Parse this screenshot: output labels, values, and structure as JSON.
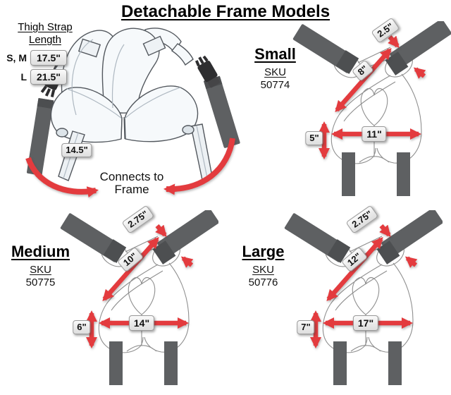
{
  "title": "Detachable Frame Models",
  "harness": {
    "thigh_table": {
      "heading": [
        "Thigh Strap",
        "Length"
      ],
      "rows": [
        {
          "sizes": "S, M",
          "length": "17.5\""
        },
        {
          "sizes": "L",
          "length": "21.5\""
        }
      ]
    },
    "strap_length": "14.5\"",
    "connects_note": [
      "Connects to",
      "Frame"
    ]
  },
  "models": [
    {
      "name": "Small",
      "sku_label": "SKU",
      "sku": "50774",
      "strap_top": "8\"",
      "top_width": "2.5\"",
      "side_height": "5\"",
      "frame_width": "11\""
    },
    {
      "name": "Medium",
      "sku_label": "SKU",
      "sku": "50775",
      "strap_top": "10\"",
      "top_width": "2.75\"",
      "side_height": "6\"",
      "frame_width": "14\""
    },
    {
      "name": "Large",
      "sku_label": "SKU",
      "sku": "50776",
      "strap_top": "12\"",
      "top_width": "2.75\"",
      "side_height": "7\"",
      "frame_width": "17\""
    }
  ],
  "colors": {
    "arrow_red": "#e33b3e",
    "strap_gray": "#5e6062",
    "badge_bg": "#efefef",
    "outline_gray": "#8f8f8f"
  }
}
